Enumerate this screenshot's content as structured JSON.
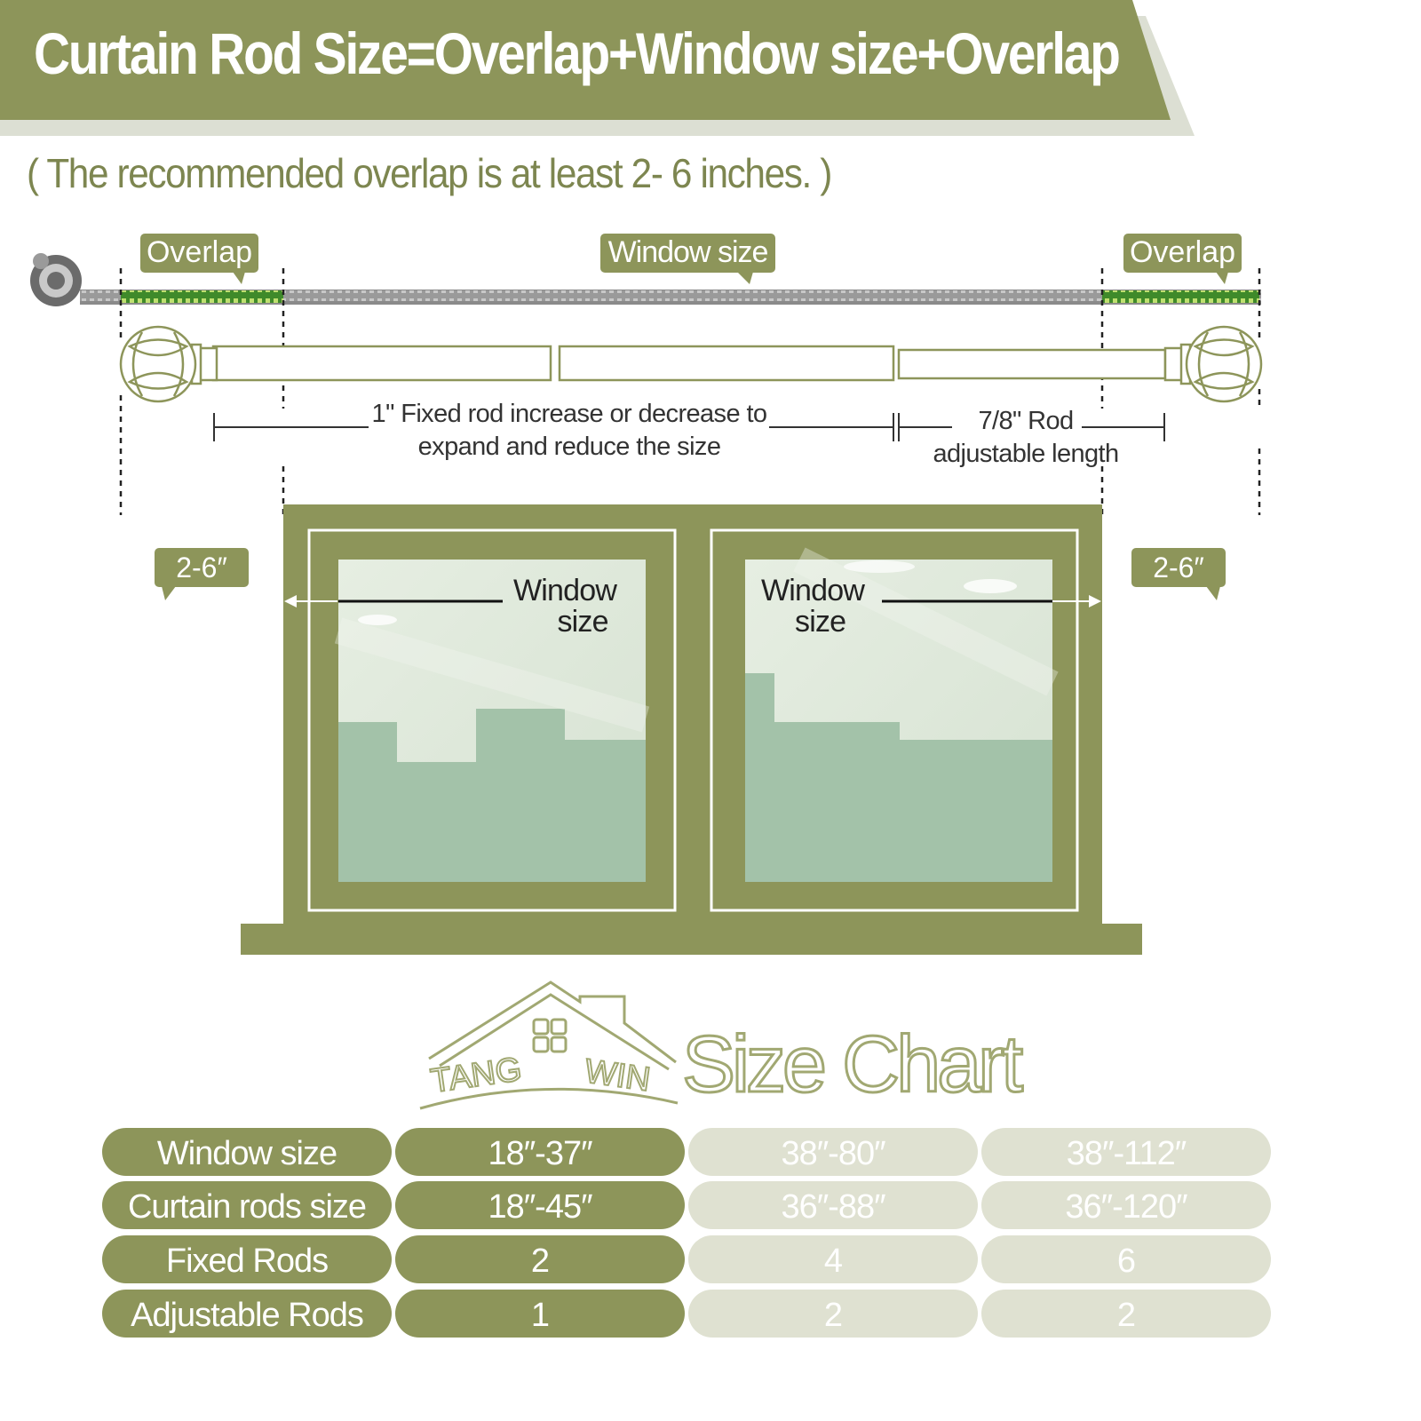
{
  "header": {
    "title": "Curtain Rod Size=Overlap+Window size+Overlap",
    "subtitle": "( The recommended overlap is at least 2- 6 inches. )"
  },
  "diagram": {
    "overlap_left_label": "Overlap",
    "window_size_label": "Window size",
    "overlap_right_label": "Overlap",
    "fixed_rod_note_line1": "1\" Fixed rod  increase or decrease to",
    "fixed_rod_note_line2": "expand and reduce the size",
    "adjustable_note_line1": "7/8\"  Rod",
    "adjustable_note_line2": "adjustable length",
    "left_overlap_range": "2-6″",
    "right_overlap_range": "2-6″",
    "left_window_label_line1": "Window",
    "left_window_label_line2": "size",
    "right_window_label_line1": "Window",
    "right_window_label_line2": "size"
  },
  "brand": {
    "logo_text_left": "TANG",
    "logo_text_right": "WIN",
    "chart_title": "Size Chart"
  },
  "size_chart": {
    "rows": [
      {
        "label": "Window size",
        "values": [
          "18″-37″",
          "38″-80″",
          "38″-112″"
        ]
      },
      {
        "label": "Curtain rods size",
        "values": [
          "18″-45″",
          "36″-88″",
          "36″-120″"
        ]
      },
      {
        "label": "Fixed Rods",
        "values": [
          "2",
          "4",
          "6"
        ]
      },
      {
        "label": "Adjustable Rods",
        "values": [
          "1",
          "2",
          "2"
        ]
      }
    ]
  },
  "colors": {
    "olive": "#8d955a",
    "light_olive": "#dfe1d1",
    "glass": "#a3c2a9",
    "measure_green": "#5aa02c"
  }
}
